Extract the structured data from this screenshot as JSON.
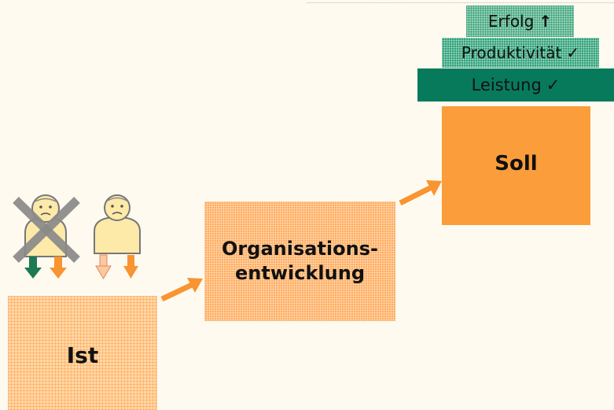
{
  "boxes": {
    "ist": "Ist",
    "organisation_line1": "Organisations-",
    "organisation_line2": "entwicklung",
    "soll": "Soll"
  },
  "pyramid": {
    "erfolg": "Erfolg",
    "erfolg_symbol": "↑",
    "produktivitaet": "Produktivität",
    "produktivitaet_symbol": "✓",
    "leistung": "Leistung",
    "leistung_symbol": "✓"
  },
  "colors": {
    "background": "#fffaf0",
    "orange": "#fb9d3a",
    "arrow_orange": "#f89431",
    "dark_green": "#087a5c",
    "mid_green": "#2fa27a",
    "light_green": "#8ed3b2",
    "skin": "#fde9a8"
  }
}
